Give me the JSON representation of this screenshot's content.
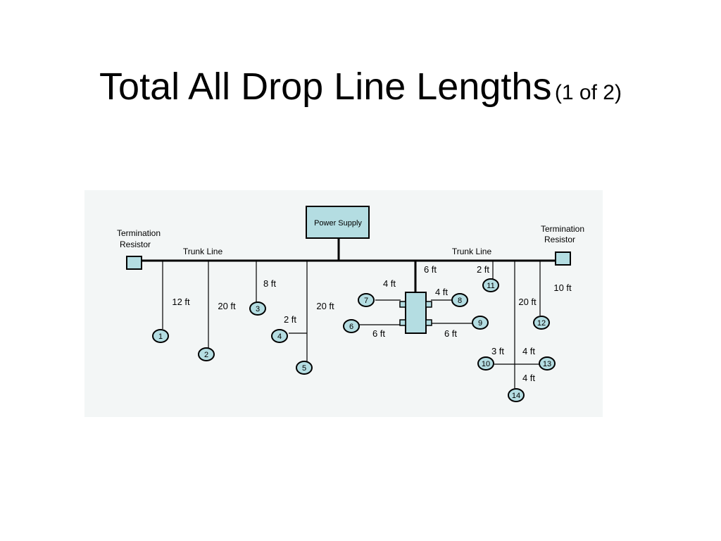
{
  "slide": {
    "title": "Total All Drop Line Lengths",
    "subtitle": "(1 of 2)"
  },
  "colors": {
    "background": "#ffffff",
    "diagram_background": "#f3f6f6",
    "node_fill": "#b4dde2",
    "line": "#000000"
  },
  "diagram": {
    "power_supply": "Power Supply",
    "termination_left": [
      "Termination",
      "Resistor"
    ],
    "termination_right": [
      "Termination",
      "Resistor"
    ],
    "trunk_left": "Trunk Line",
    "trunk_right": "Trunk Line",
    "nodes": [
      "1",
      "2",
      "3",
      "4",
      "5",
      "6",
      "7",
      "8",
      "9",
      "10",
      "11",
      "12",
      "13",
      "14"
    ],
    "length_labels": {
      "drop_1": "12 ft",
      "drop_2": "20 ft",
      "drop_3": "8 ft",
      "drop_4": "2 ft",
      "drop_5": "20 ft",
      "tap_drop": "6 ft",
      "node_7": "4 ft",
      "node_8": "4 ft",
      "node_6": "6 ft",
      "node_9": "6 ft",
      "drop_11": "2 ft",
      "drop_12": "10 ft",
      "drop_14_trunk": "20 ft",
      "node_10": "3 ft",
      "node_13": "4 ft",
      "node_14": "4 ft"
    }
  }
}
